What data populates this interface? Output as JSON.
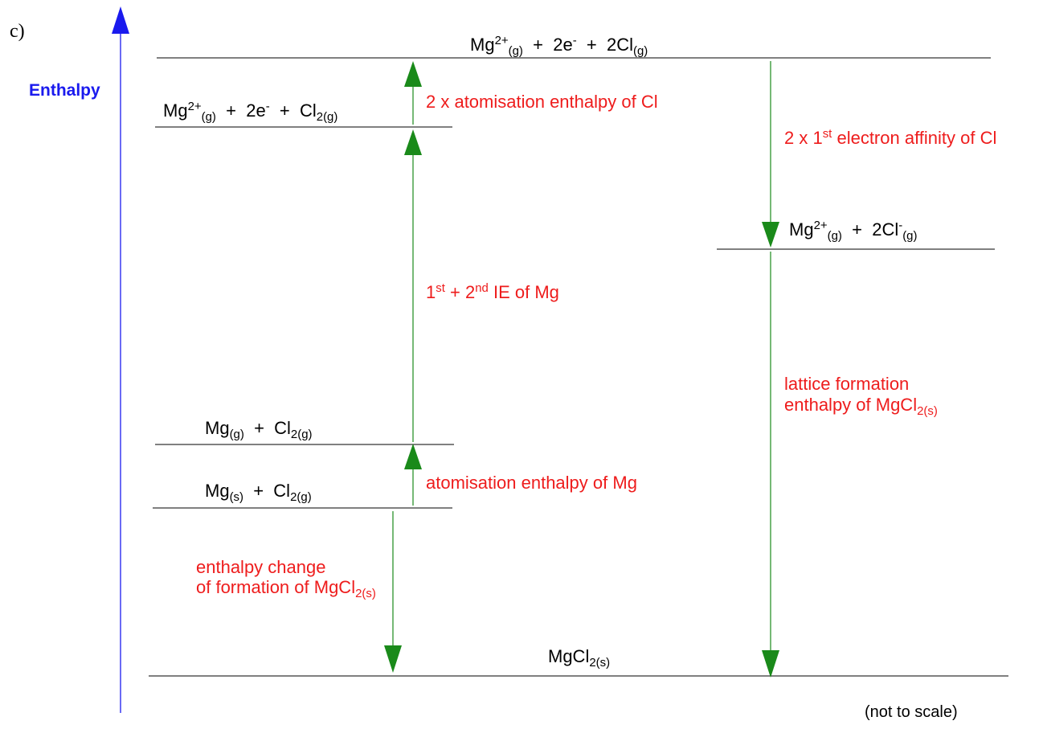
{
  "panel_label": "c)",
  "axis_label": "Enthalpy",
  "footnote": "(not to scale)",
  "colors": {
    "axis": "#1a1aee",
    "step_label": "#ee1c1c",
    "arrow": "#1a8a1a",
    "level_line": "#000000"
  },
  "levels": {
    "top": {
      "t1": "Mg",
      "sup1": "2+",
      "sub1": "(g)",
      "t2": "  +  2e",
      "sup2": "-",
      "t3": "  +  2Cl",
      "sub3": "(g)"
    },
    "mg2_cl2": {
      "t1": "Mg",
      "sup1": "2+",
      "sub1": "(g)",
      "t2": "  +  2e",
      "sup2": "-",
      "t3": "  +  Cl",
      "sub3": "2(g)"
    },
    "mg2_cl_ions": {
      "t1": "Mg",
      "sup1": "2+",
      "sub1": "(g)",
      "t2": "  +  2Cl",
      "sup2": "-",
      "sub2": "(g)"
    },
    "mgg_cl2": {
      "t1": "Mg",
      "sub1": "(g)",
      "t2": "  +  Cl",
      "sub2": "2(g)"
    },
    "mgs_cl2": {
      "t1": "Mg",
      "sub1": "(s)",
      "t2": "  +  Cl",
      "sub2": "2(g)"
    },
    "mgcl2": {
      "t1": "MgCl",
      "sub1": "2(s)"
    }
  },
  "steps": {
    "atomisation_cl": "2 x atomisation enthalpy of Cl",
    "electron_affinity": {
      "t1": "2 x 1",
      "sup1": "st",
      "t2": " electron affinity of Cl"
    },
    "ionisation": {
      "t1": "1",
      "sup1": "st",
      "t2": " + 2",
      "sup2": "nd",
      "t3": " IE of Mg"
    },
    "lattice": {
      "line1": "lattice formation",
      "line2": "enthalpy of MgCl",
      "sub2": "2(s)"
    },
    "atomisation_mg": "atomisation enthalpy of Mg",
    "formation": {
      "line1": "enthalpy change",
      "line2": "of formation of MgCl",
      "sub2": "2(s)"
    }
  }
}
